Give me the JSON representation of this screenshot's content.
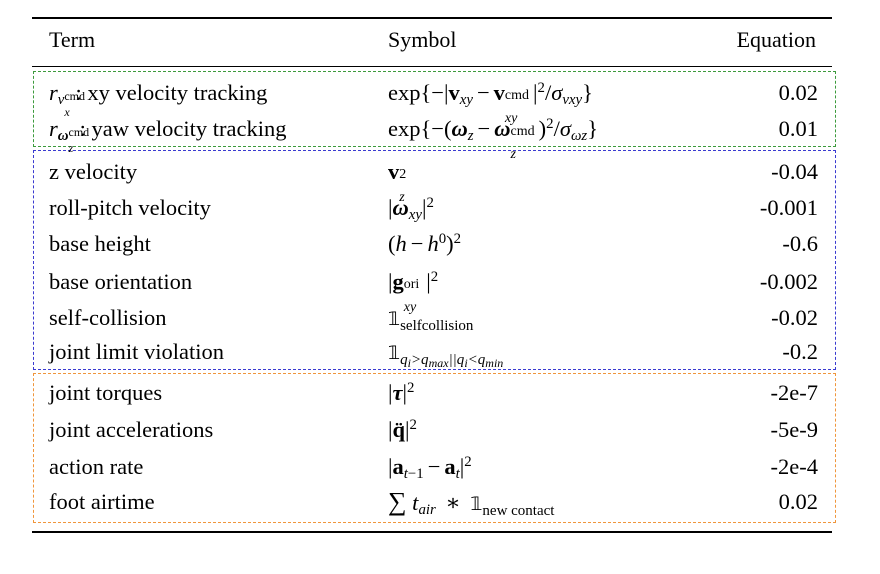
{
  "header": {
    "term": "Term",
    "symbol": "Symbol",
    "equation": "Equation"
  },
  "group_colors": {
    "task": "#3c9a3c",
    "stability": "#3a3ad0",
    "smoothness": "#f0963c"
  },
  "rows": [
    {
      "term_text": ": xy velocity tracking",
      "value": "0.02"
    },
    {
      "term_text": ": yaw velocity tracking",
      "value": "0.01"
    },
    {
      "term_text": "z velocity",
      "value": "-0.04"
    },
    {
      "term_text": "roll-pitch velocity",
      "value": "-0.001"
    },
    {
      "term_text": "base height",
      "value": "-0.6"
    },
    {
      "term_text": "base orientation",
      "value": "-0.002"
    },
    {
      "term_text": "self-collision",
      "value": "-0.02"
    },
    {
      "term_text": "joint limit violation",
      "value": "-0.2"
    },
    {
      "term_text": "joint torques",
      "value": "-2e-7"
    },
    {
      "term_text": "joint accelerations",
      "value": "-5e-9"
    },
    {
      "term_text": "action rate",
      "value": "-2e-4"
    },
    {
      "term_text": "foot airtime",
      "value": "0.02"
    }
  ],
  "labels": {
    "cmd": "cmd",
    "ori": "ori",
    "selfcollision": "selfcollision",
    "new_contact": "new contact"
  }
}
